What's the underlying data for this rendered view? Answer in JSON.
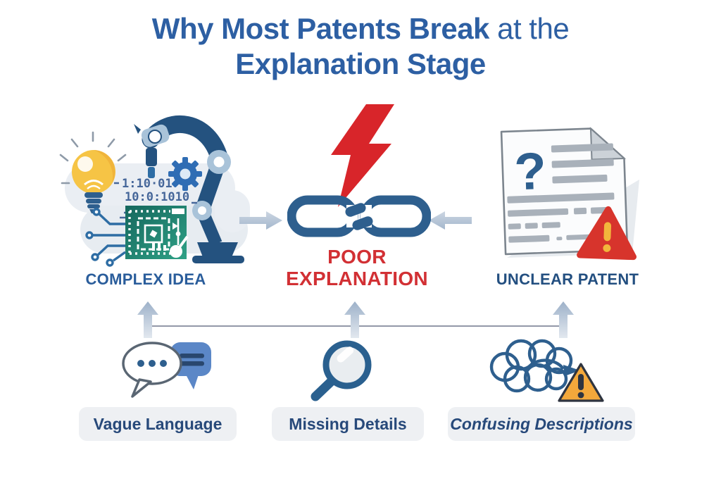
{
  "title": {
    "emphasis": "Why Most Patents Break",
    "suffix": " at the",
    "line2": "Explanation Stage"
  },
  "top_row": {
    "left": {
      "label": "COMPLEX IDEA",
      "binary_line1": "1:10·01",
      "binary_line2": "10:0:1010",
      "icons": [
        "lightbulb-icon",
        "robot-arm-icon",
        "gear-icon",
        "binary-code-text",
        "circuit-board-icon",
        "circuit-traces-icon"
      ]
    },
    "center": {
      "label_line1": "POOR",
      "label_line2": "EXPLANATION",
      "icons": [
        "lightning-bolt-icon",
        "broken-chain-icon",
        "arrow-right-icon",
        "arrow-left-icon"
      ]
    },
    "right": {
      "label": "UNCLEAR PATENT",
      "question_mark": "?",
      "icons": [
        "document-icon",
        "question-mark-icon",
        "warning-triangle-icon"
      ]
    }
  },
  "bottom_row": {
    "items": [
      {
        "label": "Vague Language",
        "icon": "speech-bubbles-icon"
      },
      {
        "label": "Missing Details",
        "icon": "magnifying-glass-icon"
      },
      {
        "label": "Confusing Descriptions",
        "icon": "tangled-scribble-warning-icon"
      }
    ]
  },
  "colors": {
    "title_blue": "#2d5fa3",
    "label_blue": "#2a5d9b",
    "navy_text": "#27497a",
    "alert_red": "#d7282d",
    "chain_navy": "#2e5f8e",
    "arrow_gray_blue": "#aebfd3",
    "connector_gray": "#9298a8",
    "pill_background": "#eef0f3",
    "bulb_yellow": "#f6c445",
    "board_teal": "#1d8173",
    "warning_orange": "#f3a83b",
    "warning_red": "#d7342c"
  }
}
